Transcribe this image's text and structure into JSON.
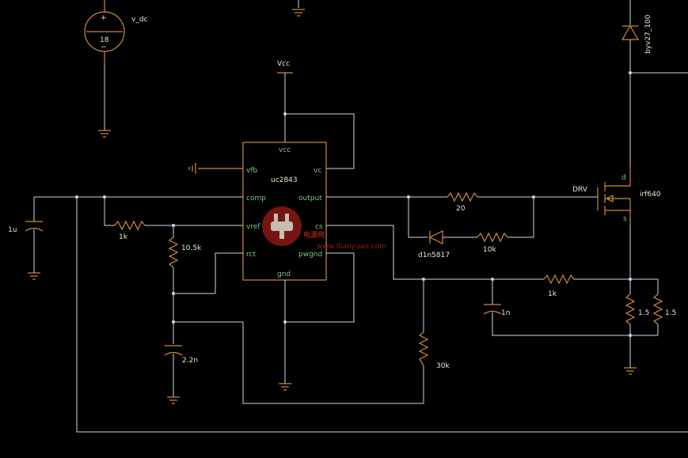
{
  "components": {
    "source": {
      "name": "v_dc",
      "value": "18"
    },
    "vcc_label": "Vcc",
    "ic": {
      "name": "uc2843",
      "pins": {
        "vcc": "vcc",
        "vfb": "vfb",
        "vc": "vc",
        "comp": "comp",
        "output": "output",
        "vref": "vref",
        "cs": "cs",
        "rct": "rct",
        "pwgnd": "pwgnd",
        "gnd": "gnd"
      }
    },
    "c_comp": "1u",
    "r_vref": "1k",
    "r_rt": "10.5k",
    "c_ct": "2.2n",
    "r_gate": "20",
    "diode_gate": "d1n5817",
    "r_gate_dis": "10k",
    "drv_label": "DRV",
    "mosfet": {
      "name": "irf640",
      "pin_d": "d",
      "pin_s": "s"
    },
    "diode_top": "byv27_100",
    "r_cs": "1k",
    "c_cs": "1n",
    "r_sense1": "1.5",
    "r_sense2": "1.5",
    "r_slope": "30k"
  },
  "watermark": {
    "text": "电源网",
    "url": "www.dianyuan.com"
  },
  "colors": {
    "background": "#000000",
    "wire": "#c8d8e8",
    "part": "#d08a3a",
    "pin_text": "#7ec87e",
    "label": "#e8e8d0"
  }
}
